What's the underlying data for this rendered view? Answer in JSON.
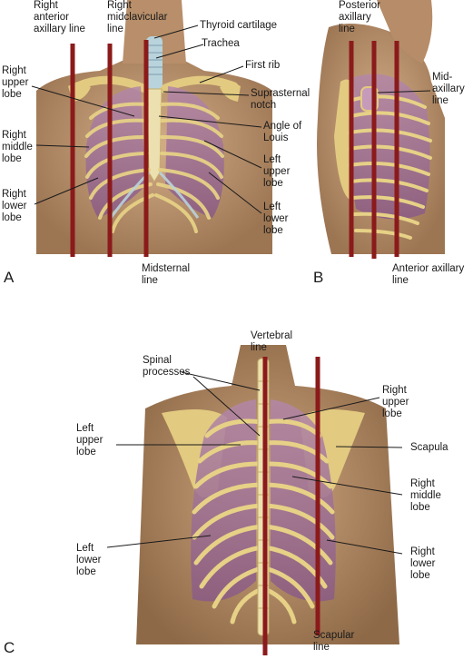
{
  "panels": {
    "a": {
      "letter": "A",
      "labels": {
        "right_anterior_axillary_line": "Right\nanterior\naxillary line",
        "right_midclavicular_line": "Right\nmidclavicular\nline",
        "thyroid_cartilage": "Thyroid cartilage",
        "trachea": "Trachea",
        "first_rib": "First rib",
        "suprasternal_notch": "Suprasternal\nnotch",
        "angle_of_louis": "Angle of\nLouis",
        "left_upper_lobe": "Left\nupper\nlobe",
        "left_lower_lobe": "Left\nlower\nlobe",
        "right_upper_lobe": "Right\nupper\nlobe",
        "right_middle_lobe": "Right\nmiddle\nlobe",
        "right_lower_lobe": "Right\nlower\nlobe",
        "midsternal_line": "Midsternal\nline"
      }
    },
    "b": {
      "letter": "B",
      "labels": {
        "posterior_axillary_line": "Posterior\naxillary\nline",
        "mid_axillary_line": "Mid-\naxillary\nline",
        "anterior_axillary_line": "Anterior axillary\nline"
      }
    },
    "c": {
      "letter": "C",
      "labels": {
        "vertebral_line": "Vertebral\nline",
        "spinal_processes": "Spinal\nprocesses",
        "right_upper_lobe": "Right\nupper\nlobe",
        "left_upper_lobe": "Left\nupper\nlobe",
        "scapula": "Scapula",
        "right_middle_lobe": "Right\nmiddle\nlobe",
        "left_lower_lobe": "Left\nlower\nlobe",
        "right_lower_lobe": "Right\nlower\nlobe",
        "scapular_line": "Scapular\nline"
      }
    }
  },
  "colors": {
    "skin": "#c9a27c",
    "skin_shadow": "#a77f5c",
    "lung": "#9a6b8f",
    "bone": "#e8d48a",
    "cartilage": "#b9d3dc",
    "reference_line": "#8b1a1a"
  }
}
